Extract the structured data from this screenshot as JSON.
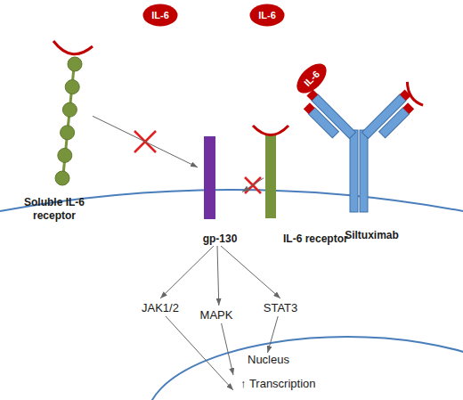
{
  "diagram": {
    "nodes": [
      {
        "text": [
          "IL-6"
        ]
      },
      {
        "text": [
          "IL-6"
        ]
      },
      {
        "text": [
          "Soluble IL-6 receptor"
        ]
      },
      {
        "text": [
          "Siltuximab"
        ]
      },
      {
        "text": [
          "IL-6"
        ],
        "in": 3
      },
      {
        "text": [
          "gp-130"
        ]
      },
      {
        "text": [
          "IL-6 receptor"
        ]
      },
      {
        "text": [
          "JAK1/2"
        ]
      },
      {
        "text": [
          "MAPK"
        ]
      },
      {
        "text": [
          "STAT3"
        ]
      },
      {
        "text": [
          "Nucleus",
          "↑ Transcription"
        ]
      }
    ],
    "edges": [
      {
        "from": 2,
        "to": 5,
        "arrow": "to"
      },
      {
        "from": 6,
        "to": 5,
        "arrow": "to"
      },
      {
        "from": 5,
        "to": 7,
        "arrow": "to"
      },
      {
        "from": 5,
        "to": 8,
        "arrow": "to"
      },
      {
        "from": 5,
        "to": 9,
        "arrow": "to"
      },
      {
        "from": 7,
        "to": 10,
        "arrow": "to"
      },
      {
        "from": 8,
        "to": 10,
        "arrow": "to"
      },
      {
        "from": 9,
        "to": 10,
        "arrow": "to"
      }
    ]
  }
}
